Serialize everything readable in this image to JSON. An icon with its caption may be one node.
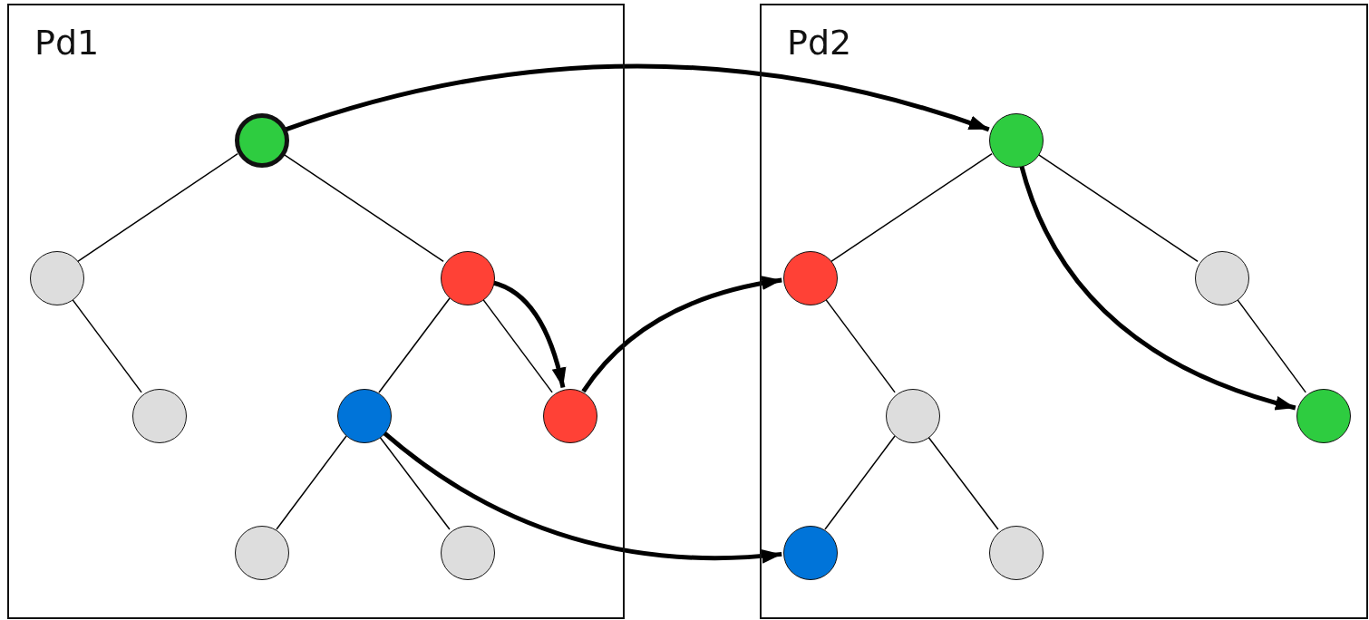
{
  "diagram": {
    "nodes": [
      {
        "text": [
          "Pd1"
        ]
      },
      {
        "text": [],
        "shape": "circle",
        "in": 0
      },
      {
        "text": [],
        "shape": "circle",
        "in": 0
      },
      {
        "text": [],
        "shape": "circle",
        "in": 0
      },
      {
        "text": [],
        "shape": "circle",
        "in": 0
      },
      {
        "text": [],
        "shape": "circle",
        "in": 0
      },
      {
        "text": [],
        "shape": "circle",
        "in": 0
      },
      {
        "text": [],
        "shape": "circle",
        "in": 0
      },
      {
        "text": [],
        "shape": "circle",
        "in": 0
      },
      {
        "text": [
          "Pd2"
        ]
      },
      {
        "text": [],
        "shape": "circle",
        "in": 9
      },
      {
        "text": [],
        "shape": "circle",
        "in": 9
      },
      {
        "text": [],
        "shape": "circle",
        "in": 9
      },
      {
        "text": [],
        "shape": "circle",
        "in": 9
      },
      {
        "text": [],
        "shape": "circle",
        "in": 9
      },
      {
        "text": [],
        "shape": "circle",
        "in": 9
      },
      {
        "text": [],
        "shape": "circle",
        "in": 9
      }
    ],
    "edges": [
      {
        "from": 1,
        "to": 2,
        "arrow": "none"
      },
      {
        "from": 1,
        "to": 3,
        "arrow": "none"
      },
      {
        "from": 2,
        "to": 4,
        "arrow": "none"
      },
      {
        "from": 3,
        "to": 5,
        "arrow": "none"
      },
      {
        "from": 3,
        "to": 6,
        "arrow": "none"
      },
      {
        "from": 5,
        "to": 7,
        "arrow": "none"
      },
      {
        "from": 5,
        "to": 8,
        "arrow": "none"
      },
      {
        "from": 10,
        "to": 11,
        "arrow": "none"
      },
      {
        "from": 10,
        "to": 12,
        "arrow": "none"
      },
      {
        "from": 11,
        "to": 13,
        "arrow": "none"
      },
      {
        "from": 12,
        "to": 14,
        "arrow": "none"
      },
      {
        "from": 13,
        "to": 15,
        "arrow": "none"
      },
      {
        "from": 13,
        "to": 16,
        "arrow": "none"
      },
      {
        "from": 1,
        "to": 10,
        "arrow": "to",
        "style": "thick"
      },
      {
        "from": 3,
        "to": 6,
        "arrow": "to",
        "style": "thick"
      },
      {
        "from": 6,
        "to": 11,
        "arrow": "to",
        "style": "thick"
      },
      {
        "from": 5,
        "to": 15,
        "arrow": "to",
        "style": "thick"
      },
      {
        "from": 10,
        "to": 14,
        "arrow": "to",
        "style": "thick"
      }
    ]
  }
}
